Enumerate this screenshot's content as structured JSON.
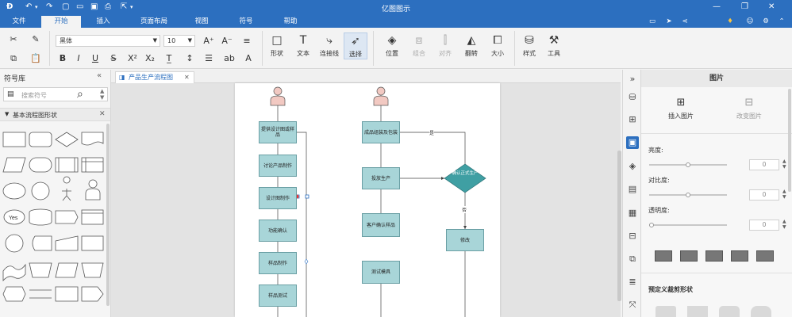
{
  "app": {
    "title": "亿图图示"
  },
  "menu": {
    "tabs": [
      "文件",
      "开始",
      "插入",
      "页面布局",
      "视图",
      "符号",
      "帮助"
    ]
  },
  "ribbon": {
    "font_name": "黑体",
    "font_size": "10",
    "buttons": {
      "shape": "形状",
      "text": "文本",
      "connector": "连接线",
      "select": "选择",
      "position": "位置",
      "group": "组合",
      "align": "对齐",
      "flip": "翻转",
      "size": "大小",
      "style": "样式",
      "tools": "工具"
    }
  },
  "library": {
    "title": "符号库",
    "search_placeholder": "搜索符号",
    "section": "基本流程图形状",
    "yes_label": "Yes"
  },
  "document": {
    "tab": "产品生产流程图"
  },
  "flow": {
    "left": [
      "提供设计图或样品",
      "讨论产品制作",
      "设计图制作",
      "功能确认",
      "样品制作",
      "样品测试"
    ],
    "right": [
      "成品组装及包装",
      "投放生产",
      "客户确认样品",
      "测试模具",
      "修改"
    ],
    "decision": "确认正式生产",
    "yes": "是",
    "no": "否"
  },
  "panel": {
    "header": "图片",
    "insert_image": "插入图片",
    "change_image": "改变图片",
    "brightness": "亮度:",
    "contrast": "对比度:",
    "transparency": "透明度:",
    "brightness_value": "0",
    "contrast_value": "0",
    "transparency_value": "0",
    "crop_title": "预定义裁剪形状"
  },
  "colors": {
    "accent": "#2c6fbf",
    "node_fill": "#a8d5d8",
    "node_border": "#6a9fa4",
    "person": "#f2c9c2"
  }
}
